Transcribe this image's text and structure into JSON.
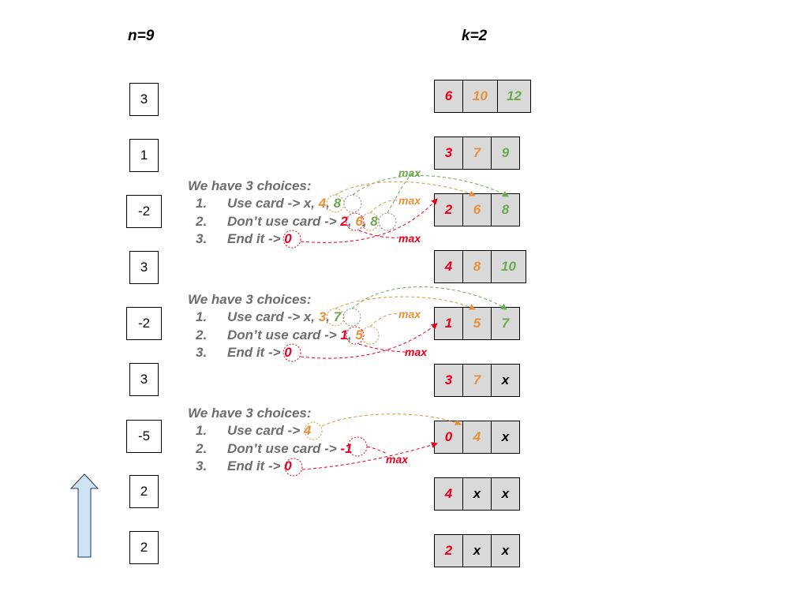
{
  "header": {
    "n_label": "n=9",
    "k_label": "k=2"
  },
  "cards": [
    "3",
    "1",
    "-2",
    "3",
    "-2",
    "3",
    "-5",
    "2",
    "2"
  ],
  "colors": {
    "red": "#e8001c",
    "orange": "#e69138",
    "green": "#6aa84f",
    "gray_text": "#6d6d6d",
    "cell_bg": "#d9d9d9",
    "arrow_fill": "#cfe2f3"
  },
  "dp_rows": [
    [
      "6",
      "10",
      "12"
    ],
    [
      "3",
      "7",
      "9"
    ],
    [
      "2",
      "6",
      "8"
    ],
    [
      "4",
      "8",
      "10"
    ],
    [
      "1",
      "5",
      "7"
    ],
    [
      "3",
      "7",
      "x"
    ],
    [
      "0",
      "4",
      "x"
    ],
    [
      "4",
      "x",
      "x"
    ],
    [
      "2",
      "x",
      "x"
    ]
  ],
  "notes": [
    {
      "title": "We have 3 choices:",
      "l1_num": "1.",
      "l1_text": "Use card ->  x, ",
      "l1_v1": "4",
      "l1_sep": ", ",
      "l1_v2": "8",
      "l2_num": "2.",
      "l2_text": "Don’t use card -> ",
      "l2_v1": "2",
      "l2_sep1": ", ",
      "l2_v2": "6",
      "l2_sep2": ", ",
      "l2_v3": "8",
      "l3_num": "3.",
      "l3_text": "End it -> ",
      "l3_v1": "0"
    },
    {
      "title": "We have 3 choices:",
      "l1_num": "1.",
      "l1_text": "Use card ->  x, ",
      "l1_v1": "3",
      "l1_sep": ", ",
      "l1_v2": "7",
      "l2_num": "2.",
      "l2_text": "Don’t use card -> ",
      "l2_v1": "1",
      "l2_sep1": ", ",
      "l2_v2": "5",
      "l3_num": "3.",
      "l3_text": "End it -> ",
      "l3_v1": "0"
    },
    {
      "title": "We have 3 choices:",
      "l1_num": "1.",
      "l1_text": "Use card -> ",
      "l1_v1": "4",
      "l2_num": "2.",
      "l2_text": "Don’t use card -> ",
      "l2_v1": "-1",
      "l3_num": "3.",
      "l3_text": "End it -> ",
      "l3_v1": "0"
    }
  ],
  "max_labels": [
    "max",
    "max",
    "max",
    "max",
    "max",
    "max"
  ]
}
